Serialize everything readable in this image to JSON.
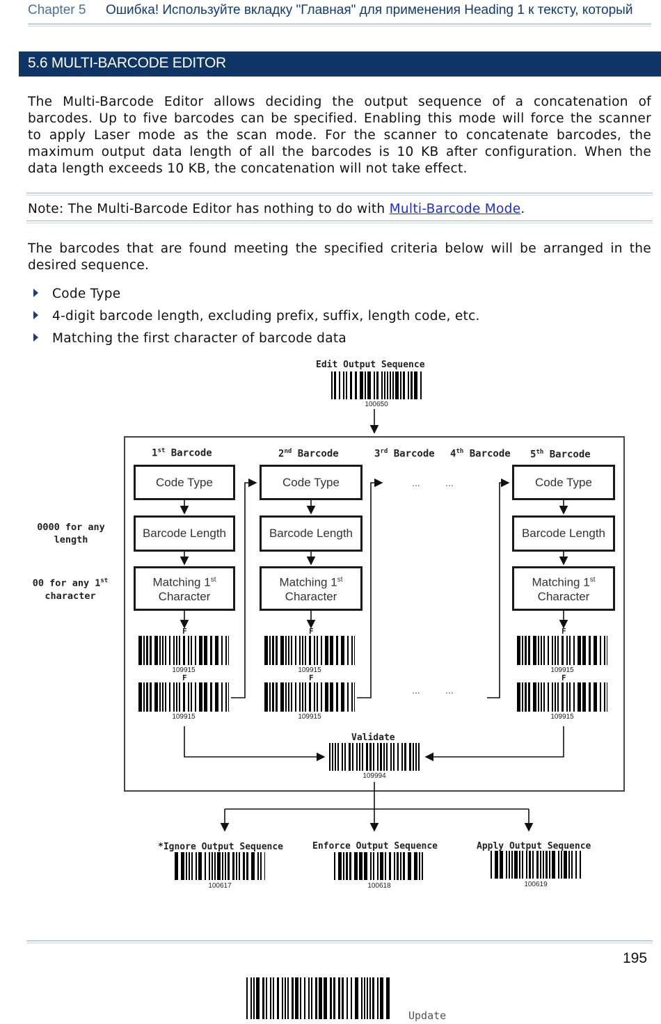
{
  "header": {
    "chapter": "Chapter 5",
    "title": "Ошибка! Используйте вкладку \"Главная\" для применения Heading 1 к тексту, который"
  },
  "section": {
    "title": "5.6 MULTI-BARCODE EDITOR"
  },
  "intro": {
    "line1": "The Multi-Barcode Editor allows deciding the output sequence of a concatenation of",
    "line2": "barcodes. Up to five barcodes can be specified. Enabling this mode will force the scanner",
    "line3": "to apply Laser mode as the scan mode. For the scanner to concatenate barcodes, the",
    "line4": "maximum output data length of all the barcodes is 10 KB after configuration. When the",
    "line5": "data length exceeds 10 KB, the concatenation will not take effect."
  },
  "note": {
    "prefix": "Note:  The Multi-Barcode Editor has nothing to do with ",
    "link": "Multi-Barcode Mode",
    "suffix": "."
  },
  "criteria": {
    "line1": "The barcodes that are found meeting the specified criteria below will be arranged in the",
    "line2": "desired sequence.",
    "items": [
      "Code Type",
      "4-digit barcode length, excluding prefix, suffix, length code, etc.",
      "Matching the first character of barcode data"
    ]
  },
  "diagram": {
    "edit_label": "Edit Output Sequence",
    "edit_code": "100650",
    "columns": [
      {
        "ord": "1",
        "sup": "st",
        "word": "Barcode"
      },
      {
        "ord": "2",
        "sup": "nd",
        "word": "Barcode"
      },
      {
        "ord": "3",
        "sup": "rd",
        "word": "Barcode"
      },
      {
        "ord": "4",
        "sup": "th",
        "word": "Barcode"
      },
      {
        "ord": "5",
        "sup": "th",
        "word": "Barcode"
      }
    ],
    "box_code_type": "Code Type",
    "box_length": "Barcode Length",
    "box_match_a": "Matching 1",
    "box_match_sup": "st",
    "box_match_b": "Character",
    "dots": "...",
    "side_length_a": "0000 for any",
    "side_length_b": "length",
    "side_char_a": "00 for any 1",
    "side_char_sup": "st",
    "side_char_b": "character",
    "f_label": "F",
    "small_code": "109915",
    "validate_label": "Validate",
    "validate_code": "109994",
    "outputs": [
      {
        "label": "*Ignore Output Sequence",
        "code": "100617"
      },
      {
        "label": "Enforce Output Sequence",
        "code": "100618"
      },
      {
        "label": "Apply Output Sequence",
        "code": "100619"
      }
    ]
  },
  "footer": {
    "page": "195",
    "update": "Update"
  }
}
